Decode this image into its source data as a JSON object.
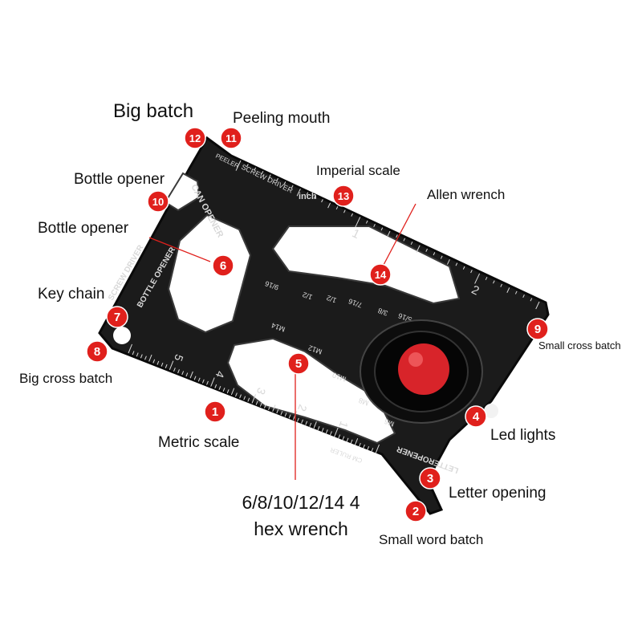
{
  "colors": {
    "card": "#1b1b1b",
    "card_edge": "#0a0a0a",
    "engraving": "#d9d9d9",
    "marker": "#e0201c",
    "marker_text": "#ffffff",
    "leader": "#e0201c",
    "led_button": "#d8242a",
    "led_housing": "#0d0d0d"
  },
  "engravings": {
    "peeler": "PEELER",
    "screw_driver_top": "SCREW DRIVER",
    "can_opener": "CAN OPENER",
    "screw_driver_side": "SCREW DRIVER",
    "bottle_opener": "BOTTLE OPENER",
    "letter_opener": "LETTEROPENER",
    "cm_ruler": "CM RULER",
    "inch": "inch",
    "imperial_marks": [
      "1",
      "2"
    ],
    "metric_marks": [
      "1",
      "2",
      "3",
      "4",
      "5"
    ],
    "imperial_hex_sizes": [
      "9/16",
      "1/2",
      "1/2",
      "7/16",
      "3/8",
      "5/16"
    ],
    "metric_hex_sizes": [
      "M14",
      "M12",
      "M10",
      "M8",
      "M6"
    ]
  },
  "callouts": [
    {
      "id": "big-batch",
      "number": "12",
      "label": "Big batch"
    },
    {
      "id": "peeling-mouth",
      "number": "11",
      "label": "Peeling mouth"
    },
    {
      "id": "bottle-opener-top",
      "number": "10",
      "label": "Bottle opener"
    },
    {
      "id": "imperial-scale",
      "number": "13",
      "label": "Imperial scale"
    },
    {
      "id": "allen-wrench",
      "number": "14",
      "label": "Allen wrench"
    },
    {
      "id": "bottle-opener-mid",
      "number": "6",
      "label": "Bottle opener"
    },
    {
      "id": "key-chain",
      "number": "7",
      "label": "Key chain"
    },
    {
      "id": "big-cross-batch",
      "number": "8",
      "label": "Big cross batch"
    },
    {
      "id": "small-cross-batch",
      "number": "9",
      "label": "Small cross batch"
    },
    {
      "id": "hex-wrench",
      "number": "5",
      "label": "6/8/10/12/14 4 hex wrench"
    },
    {
      "id": "led-lights",
      "number": "4",
      "label": "Led lights"
    },
    {
      "id": "metric-scale",
      "number": "1",
      "label": "Metric scale"
    },
    {
      "id": "letter-opening",
      "number": "3",
      "label": "Letter opening"
    },
    {
      "id": "small-word-batch",
      "number": "2",
      "label": "Small word batch"
    }
  ]
}
